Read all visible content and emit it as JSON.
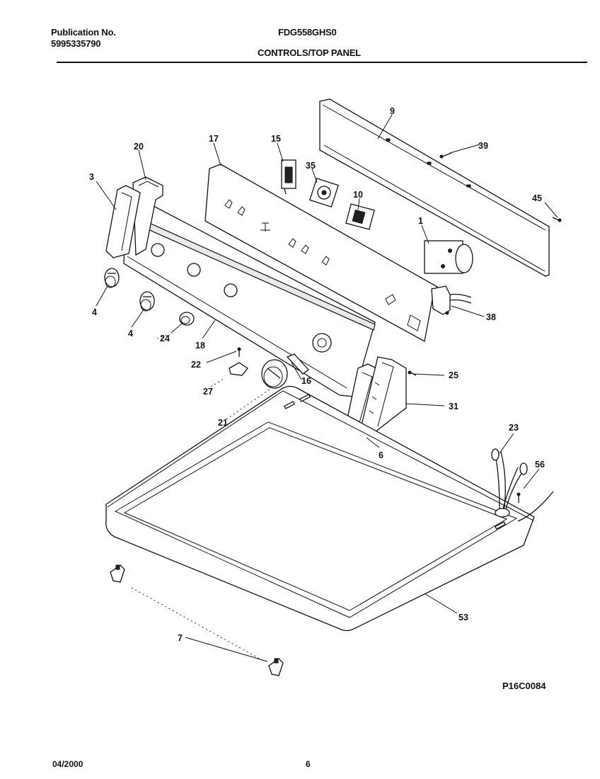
{
  "header": {
    "publication_label": "Publication No.",
    "publication_number": "5995335790",
    "model": "FDG558GHS0",
    "section_title": "CONTROLS/TOP PANEL"
  },
  "diagram": {
    "drawing_id": "P16C0084",
    "part_callouts": [
      "1",
      "3",
      "4",
      "4",
      "6",
      "7",
      "9",
      "10",
      "15",
      "16",
      "17",
      "18",
      "20",
      "21",
      "22",
      "23",
      "24",
      "25",
      "27",
      "31",
      "35",
      "38",
      "39",
      "45",
      "53",
      "56"
    ]
  },
  "footer": {
    "date": "04/2000",
    "page_number": "6"
  }
}
